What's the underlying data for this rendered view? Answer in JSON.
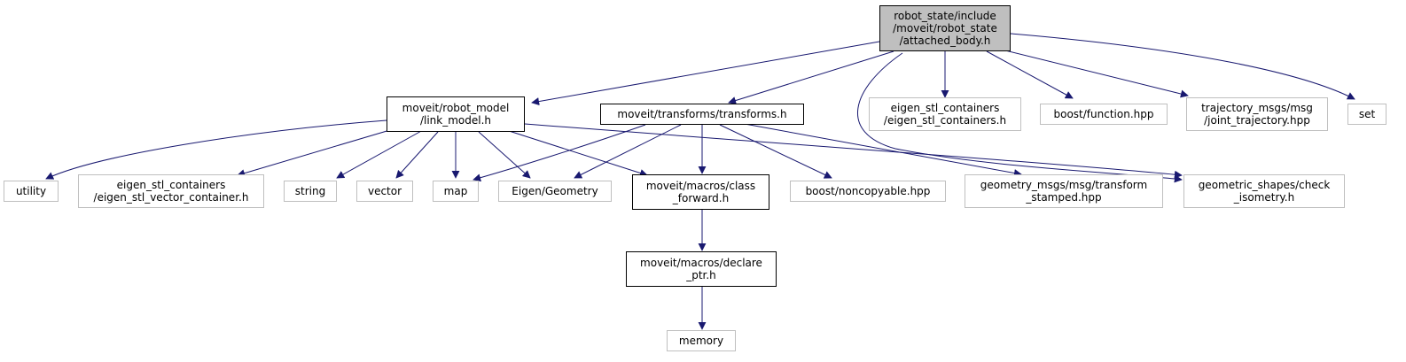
{
  "graph": {
    "colors": {
      "edge": "#191970",
      "root_fill": "#bfbfbf",
      "external_border": "#bfbfbf",
      "doc_border": "#000000"
    },
    "nodes": {
      "root": "robot_state/include\n/moveit/robot_state\n/attached_body.h",
      "link_model": "moveit/robot_model\n/link_model.h",
      "transforms": "moveit/transforms/transforms.h",
      "eigen_stl_containers": "eigen_stl_containers\n/eigen_stl_containers.h",
      "boost_function": "boost/function.hpp",
      "joint_trajectory": "trajectory_msgs/msg\n/joint_trajectory.hpp",
      "set": "set",
      "utility": "utility",
      "eigen_stl_vector_container": "eigen_stl_containers\n/eigen_stl_vector_container.h",
      "string": "string",
      "vector": "vector",
      "map": "map",
      "eigen_geometry": "Eigen/Geometry",
      "class_forward": "moveit/macros/class\n_forward.h",
      "boost_noncopyable": "boost/noncopyable.hpp",
      "transform_stamped": "geometry_msgs/msg/transform\n_stamped.hpp",
      "check_isometry": "geometric_shapes/check\n_isometry.h",
      "declare_ptr": "moveit/macros/declare\n_ptr.h",
      "memory": "memory"
    }
  }
}
